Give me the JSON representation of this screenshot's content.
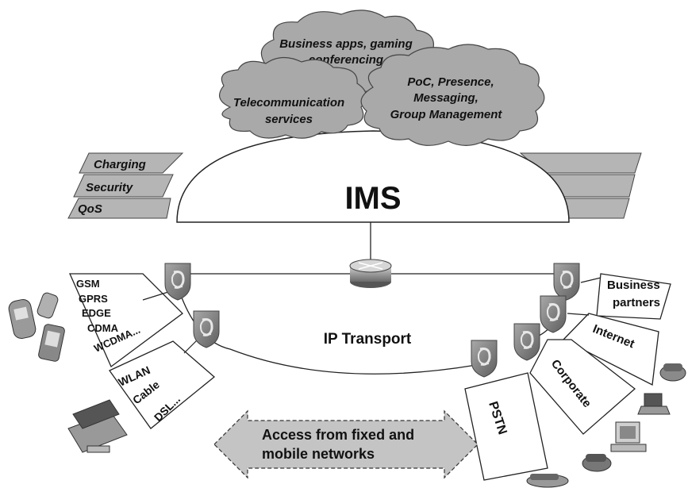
{
  "clouds": {
    "business_apps": [
      "Business apps, gaming",
      "conferencing"
    ],
    "telecom": [
      "Telecommunication",
      "services"
    ],
    "poc": [
      "PoC, Presence,",
      "Messaging,",
      "Group Management"
    ]
  },
  "layers": [
    "Charging",
    "Security",
    "QoS"
  ],
  "ims_label": "IMS",
  "ip_transport_label": "IP Transport",
  "mobile_access": [
    "GSM",
    "GPRS",
    "EDGE",
    "CDMA",
    "WCDMA..."
  ],
  "fixed_access": [
    "WLAN",
    "Cable",
    "DSL..."
  ],
  "right_boxes": {
    "business": [
      "Business",
      "partners"
    ],
    "internet": "Internet",
    "corporate": "Corporate",
    "pstn": "PSTN"
  },
  "access_arrow": [
    "Access from fixed and",
    "mobile networks"
  ],
  "colors": {
    "cloud": "#a9a9a9",
    "band": "#b5b5b5",
    "shield": "#7d7d7d",
    "arrow": "#bdbdbd"
  }
}
